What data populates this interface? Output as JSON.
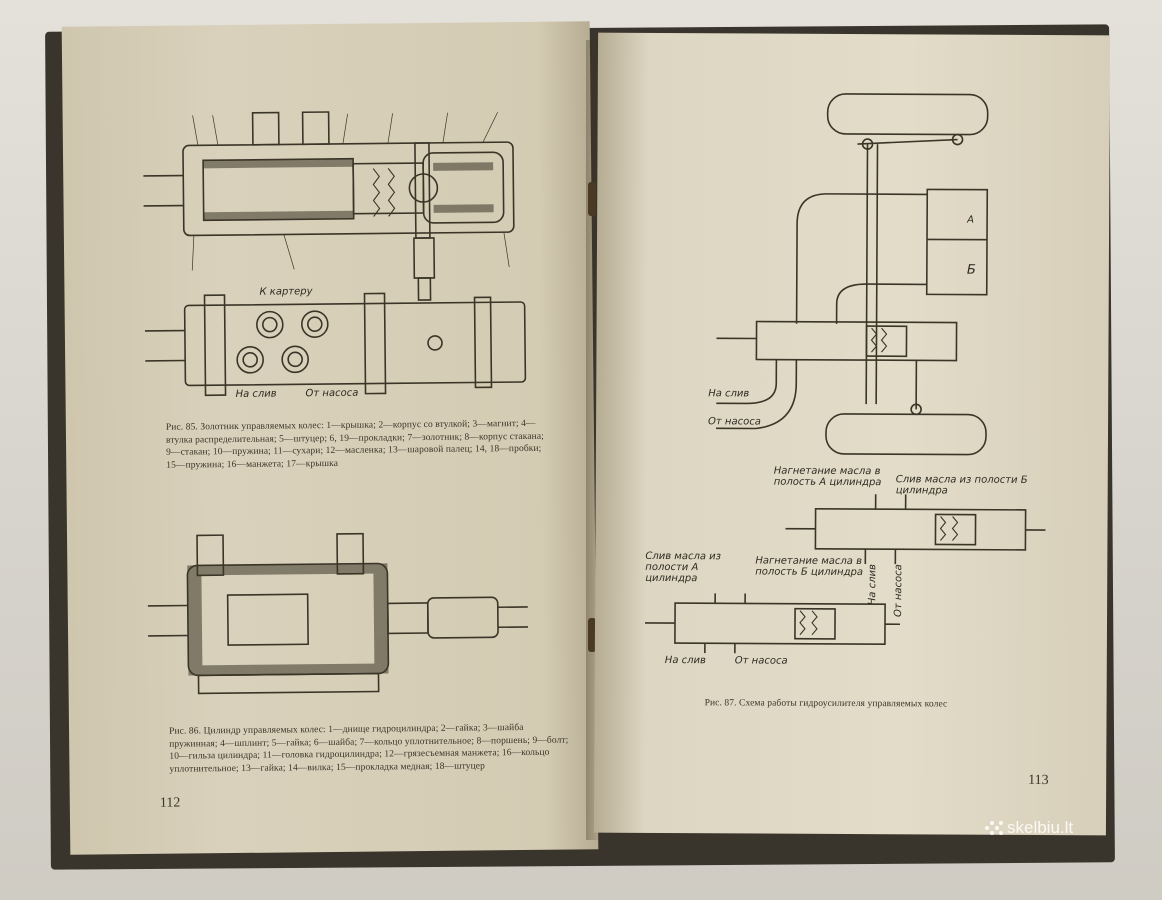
{
  "left_page": {
    "fig85_caption": "Рис. 85. Золотник управляемых колес: 1—крышка; 2—корпус со втулкой; 3—магнит; 4—втулка распределительная; 5—штуцер; 6, 19—прокладки; 7—золотник; 8—корпус стакана; 9—стакан; 10—пружина; 11—сухари; 12—масленка; 13—шаровой палец; 14, 18—пробки; 15—пружина; 16—манжета; 17—крышка",
    "fig86_caption": "Рис. 86. Цилиндр управляемых колес: 1—днище гидроцилиндра; 2—гайка; 3—шайба пружинная; 4—шплинт; 5—гайка; 6—шайба; 7—кольцо уплотнительное; 8—поршень; 9—болт; 10—гильза цилиндра; 11—головка гидроцилиндра; 12—грязесъемная манжета; 16—кольцо уплотнительное; 13—гайка; 14—вилка; 15—прокладка медная; 18—штуцер",
    "page_number": "112",
    "labels": {
      "to_carter": "К картеру",
      "drain": "На слив",
      "from_pump": "От насоса"
    }
  },
  "right_page": {
    "fig87_caption": "Рис. 87. Схема работы гидроусилителя управляемых колес",
    "page_number": "113",
    "labels": {
      "chamber_a": "А",
      "chamber_b": "Б",
      "drain": "На слив",
      "from_pump": "От насоса",
      "inject_a": "Нагнетание масла в полость А цилиндра",
      "drain_b": "Слив масла из полости Б цилиндра",
      "drain_a": "Слив масла из полости А цилиндра",
      "inject_b": "Нагнетание масла в полость Б цилиндра",
      "drain_v": "На слив",
      "from_pump_v": "От насоса",
      "drain2": "На слив",
      "from_pump2": "От насоса"
    }
  },
  "watermark": {
    "text": "skelbiu.lt"
  },
  "colors": {
    "paper": "#dcd4bf",
    "ink": "#3b3528",
    "cover": "#3a352c"
  }
}
